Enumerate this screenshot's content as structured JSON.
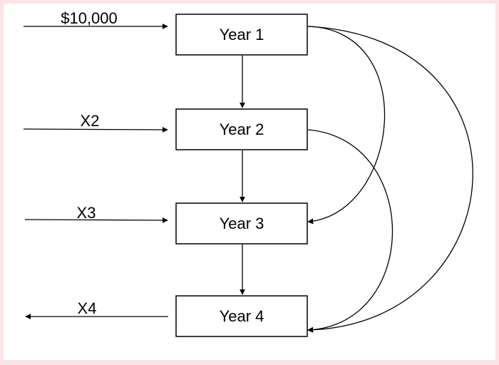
{
  "diagram": {
    "nodes": [
      {
        "id": "year1",
        "label": "Year 1"
      },
      {
        "id": "year2",
        "label": "Year 2"
      },
      {
        "id": "year3",
        "label": "Year 3"
      },
      {
        "id": "year4",
        "label": "Year 4"
      }
    ],
    "inputs": [
      {
        "label": "$10,000",
        "direction": "in",
        "target": "year1"
      },
      {
        "label": "X2",
        "direction": "in",
        "target": "year2"
      },
      {
        "label": "X3",
        "direction": "in",
        "target": "year3"
      },
      {
        "label": "X4",
        "direction": "out",
        "target": "year4"
      }
    ],
    "edges": [
      {
        "from": "year1",
        "to": "year2",
        "style": "straight"
      },
      {
        "from": "year2",
        "to": "year3",
        "style": "straight"
      },
      {
        "from": "year3",
        "to": "year4",
        "style": "straight"
      },
      {
        "from": "year1",
        "to": "year3",
        "style": "curved"
      },
      {
        "from": "year1",
        "to": "year4",
        "style": "curved"
      },
      {
        "from": "year2",
        "to": "year4",
        "style": "curved"
      }
    ],
    "colors": {
      "background_border": "#fbe3e6",
      "stroke": "#000000",
      "fill": "#ffffff"
    }
  }
}
